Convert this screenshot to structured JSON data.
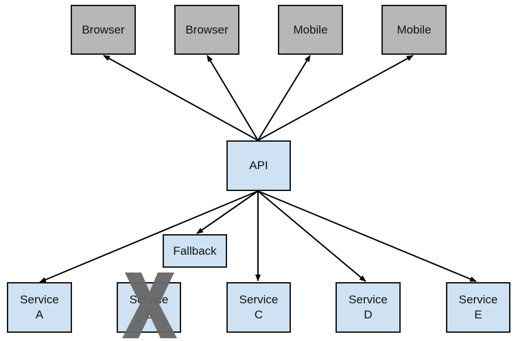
{
  "colors": {
    "client_fill": "#b7b7b7",
    "service_fill": "#cfe2f3",
    "stroke": "#1a1a1a",
    "cross": "#666666"
  },
  "clients": [
    {
      "label": "Browser"
    },
    {
      "label": "Browser"
    },
    {
      "label": "Mobile"
    },
    {
      "label": "Mobile"
    }
  ],
  "api": {
    "label": "API"
  },
  "fallback": {
    "label": "Fallback"
  },
  "services": [
    {
      "line1": "Service",
      "line2": "A"
    },
    {
      "line1": "Service",
      "line2": "B",
      "failed": true
    },
    {
      "line1": "Service",
      "line2": "C"
    },
    {
      "line1": "Service",
      "line2": "D"
    },
    {
      "line1": "Service",
      "line2": "E"
    }
  ]
}
